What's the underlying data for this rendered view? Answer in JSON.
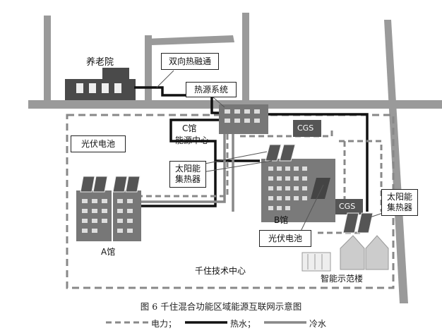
{
  "labels": {
    "nursing_home": "养老院",
    "bidirectional_heat": "双向热融通",
    "heat_source_system": "热源系统",
    "c_hall": "C馆",
    "energy_center": "能源中心",
    "photovoltaic_cell_top": "光伏电池",
    "solar_collector_left_line1": "太阳能",
    "solar_collector_left_line2": "集热器",
    "cgs_top": "CGS",
    "cgs_b": "CGS",
    "b_hall": "B馆",
    "solar_collector_right_line1": "太阳能",
    "solar_collector_right_line2": "集热器",
    "photovoltaic_cell_b": "光伏电池",
    "a_hall": "A馆",
    "tech_center": "千住技术中心",
    "smart_demo_building": "智能示范楼"
  },
  "caption": "图 6   千住混合功能区域能源互联网示意图",
  "legend": {
    "electricity": "电力；",
    "hot_water": "热水；",
    "cold_water": "冷水"
  },
  "colors": {
    "road": "#9a9a9a",
    "building": "#8a8a8a",
    "building_dark": "#555555",
    "electricity_line": "#7a7a7a",
    "hot_water_line": "#111111",
    "cold_water_line": "#888888"
  }
}
